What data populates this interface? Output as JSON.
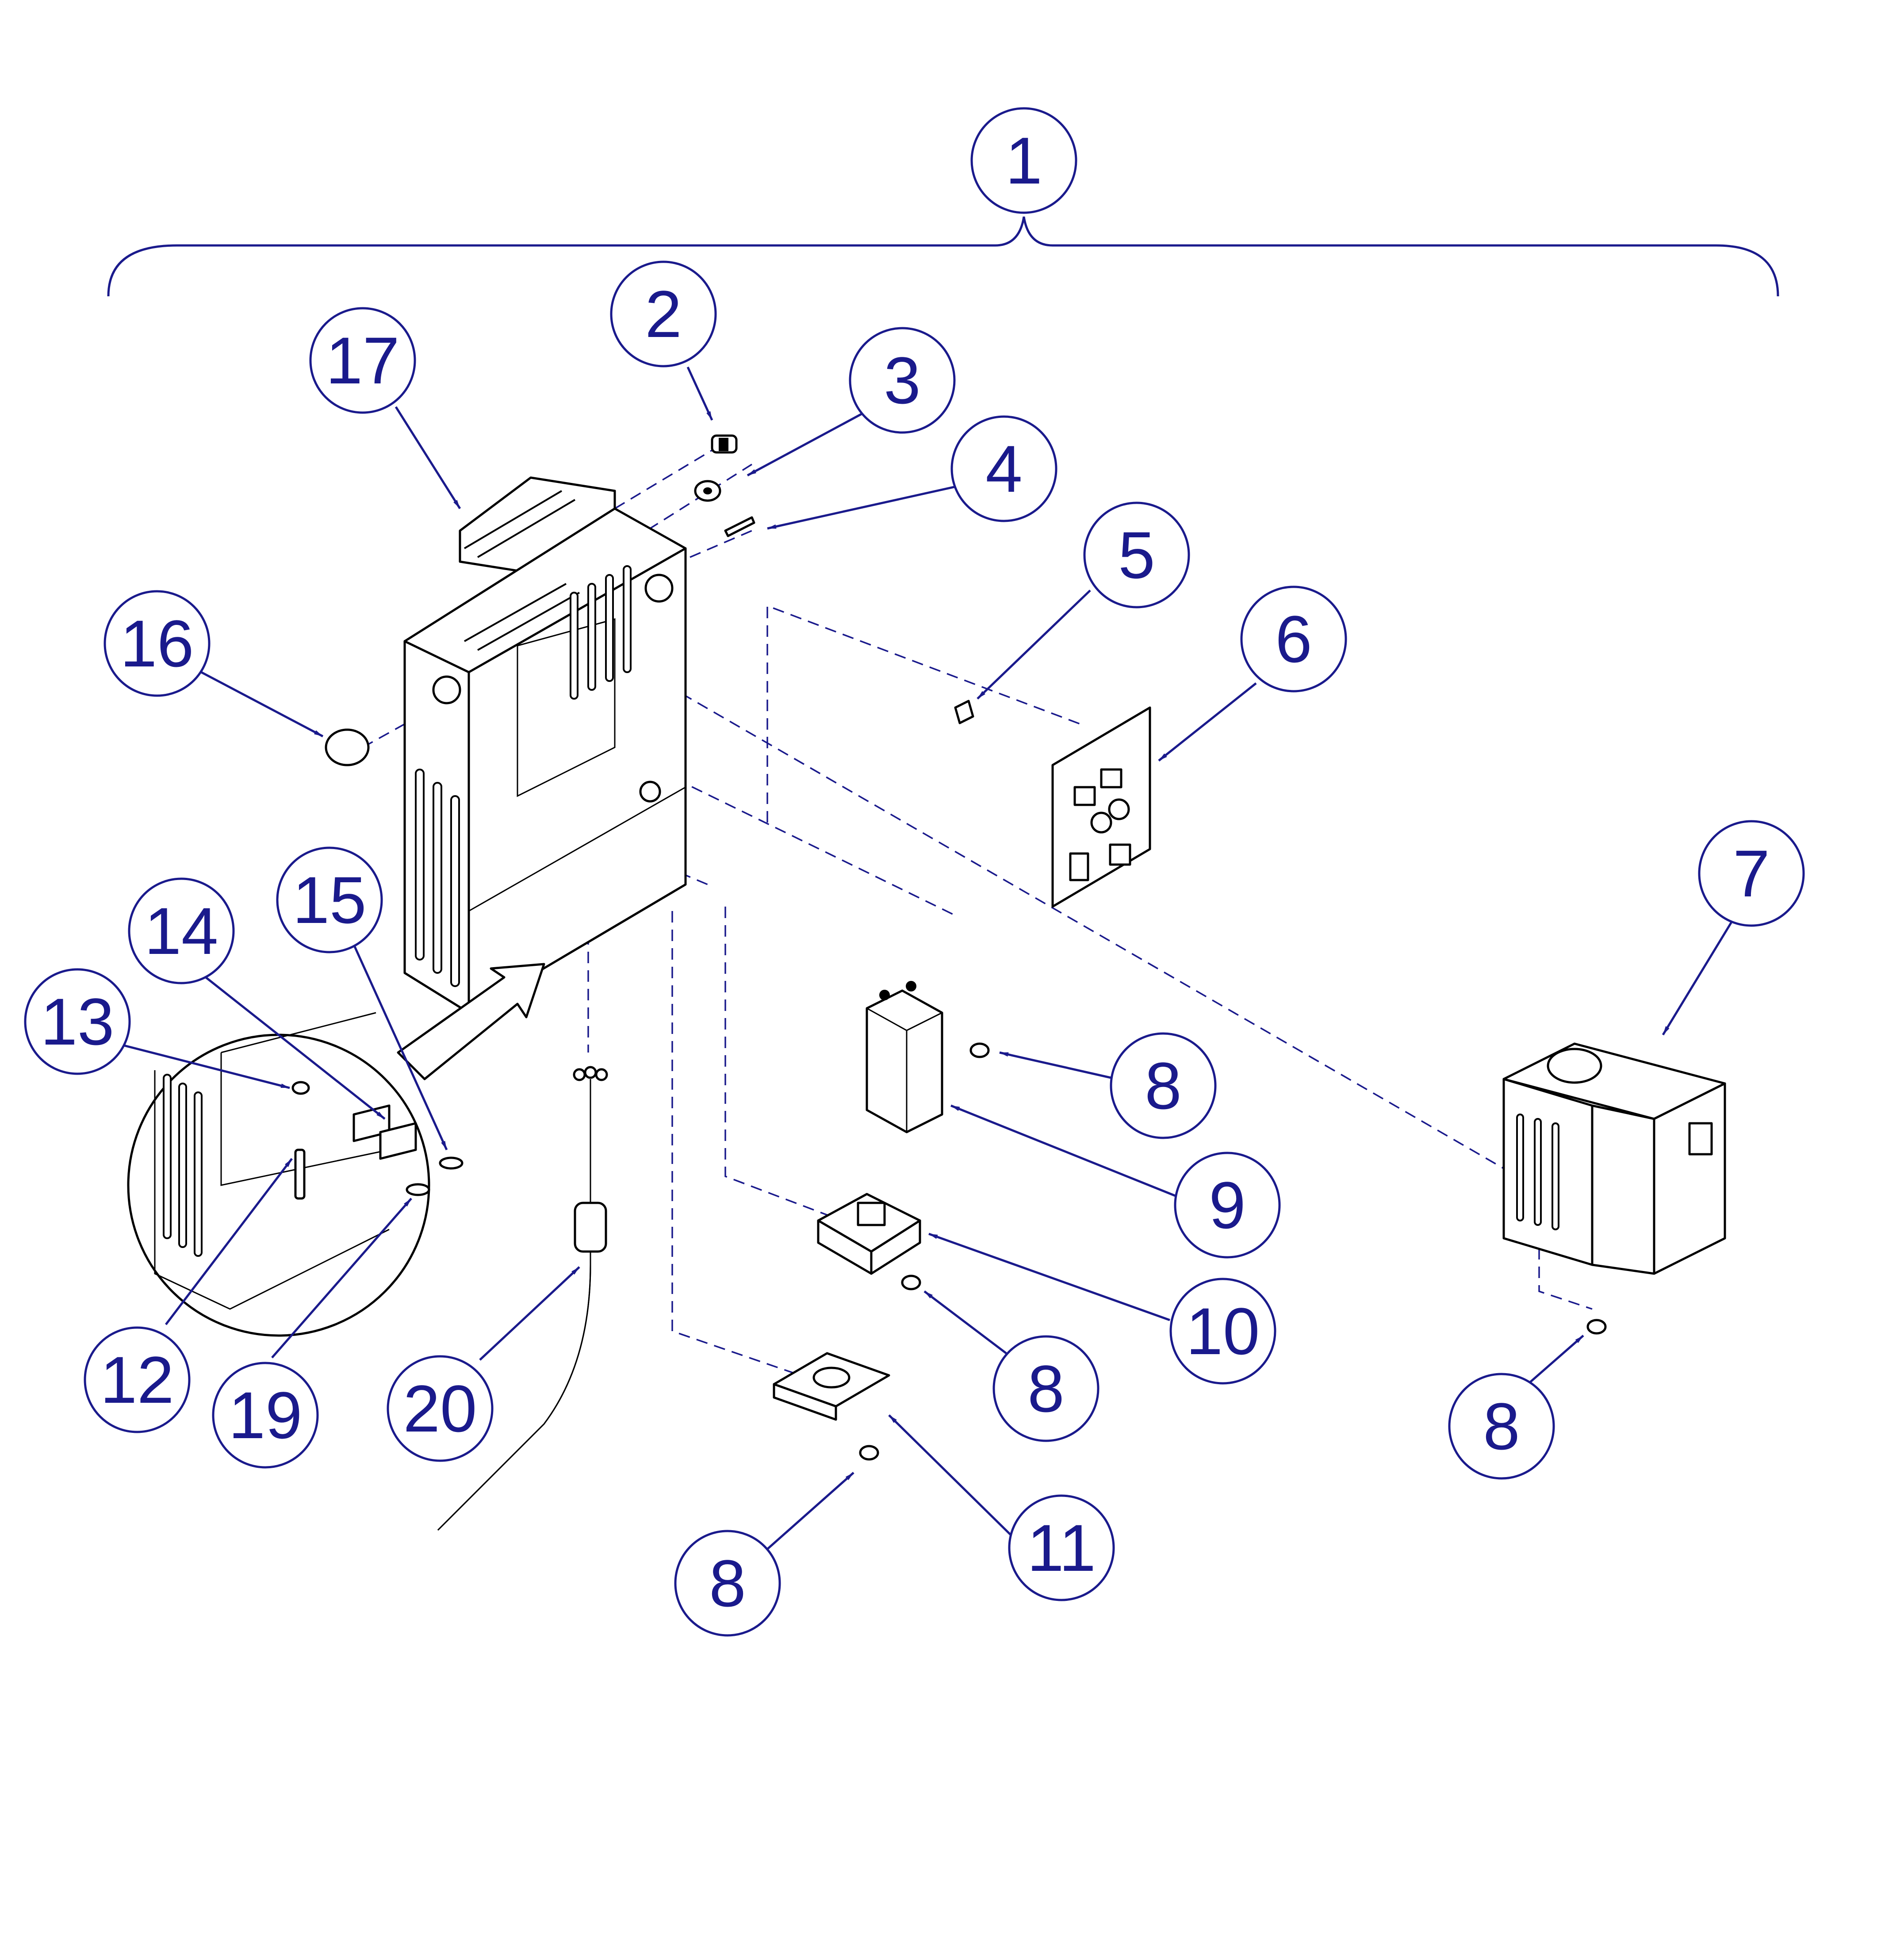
{
  "callouts": [
    "1",
    "2",
    "3",
    "4",
    "5",
    "6",
    "7",
    "8",
    "9",
    "10",
    "11",
    "12",
    "13",
    "14",
    "15",
    "16",
    "17",
    "19",
    "20"
  ],
  "colors": {
    "callout": "#1a1a8c",
    "part_line": "#000000",
    "background": "#ffffff"
  },
  "arrow_icon": "detail-magnify-arrow-icon"
}
